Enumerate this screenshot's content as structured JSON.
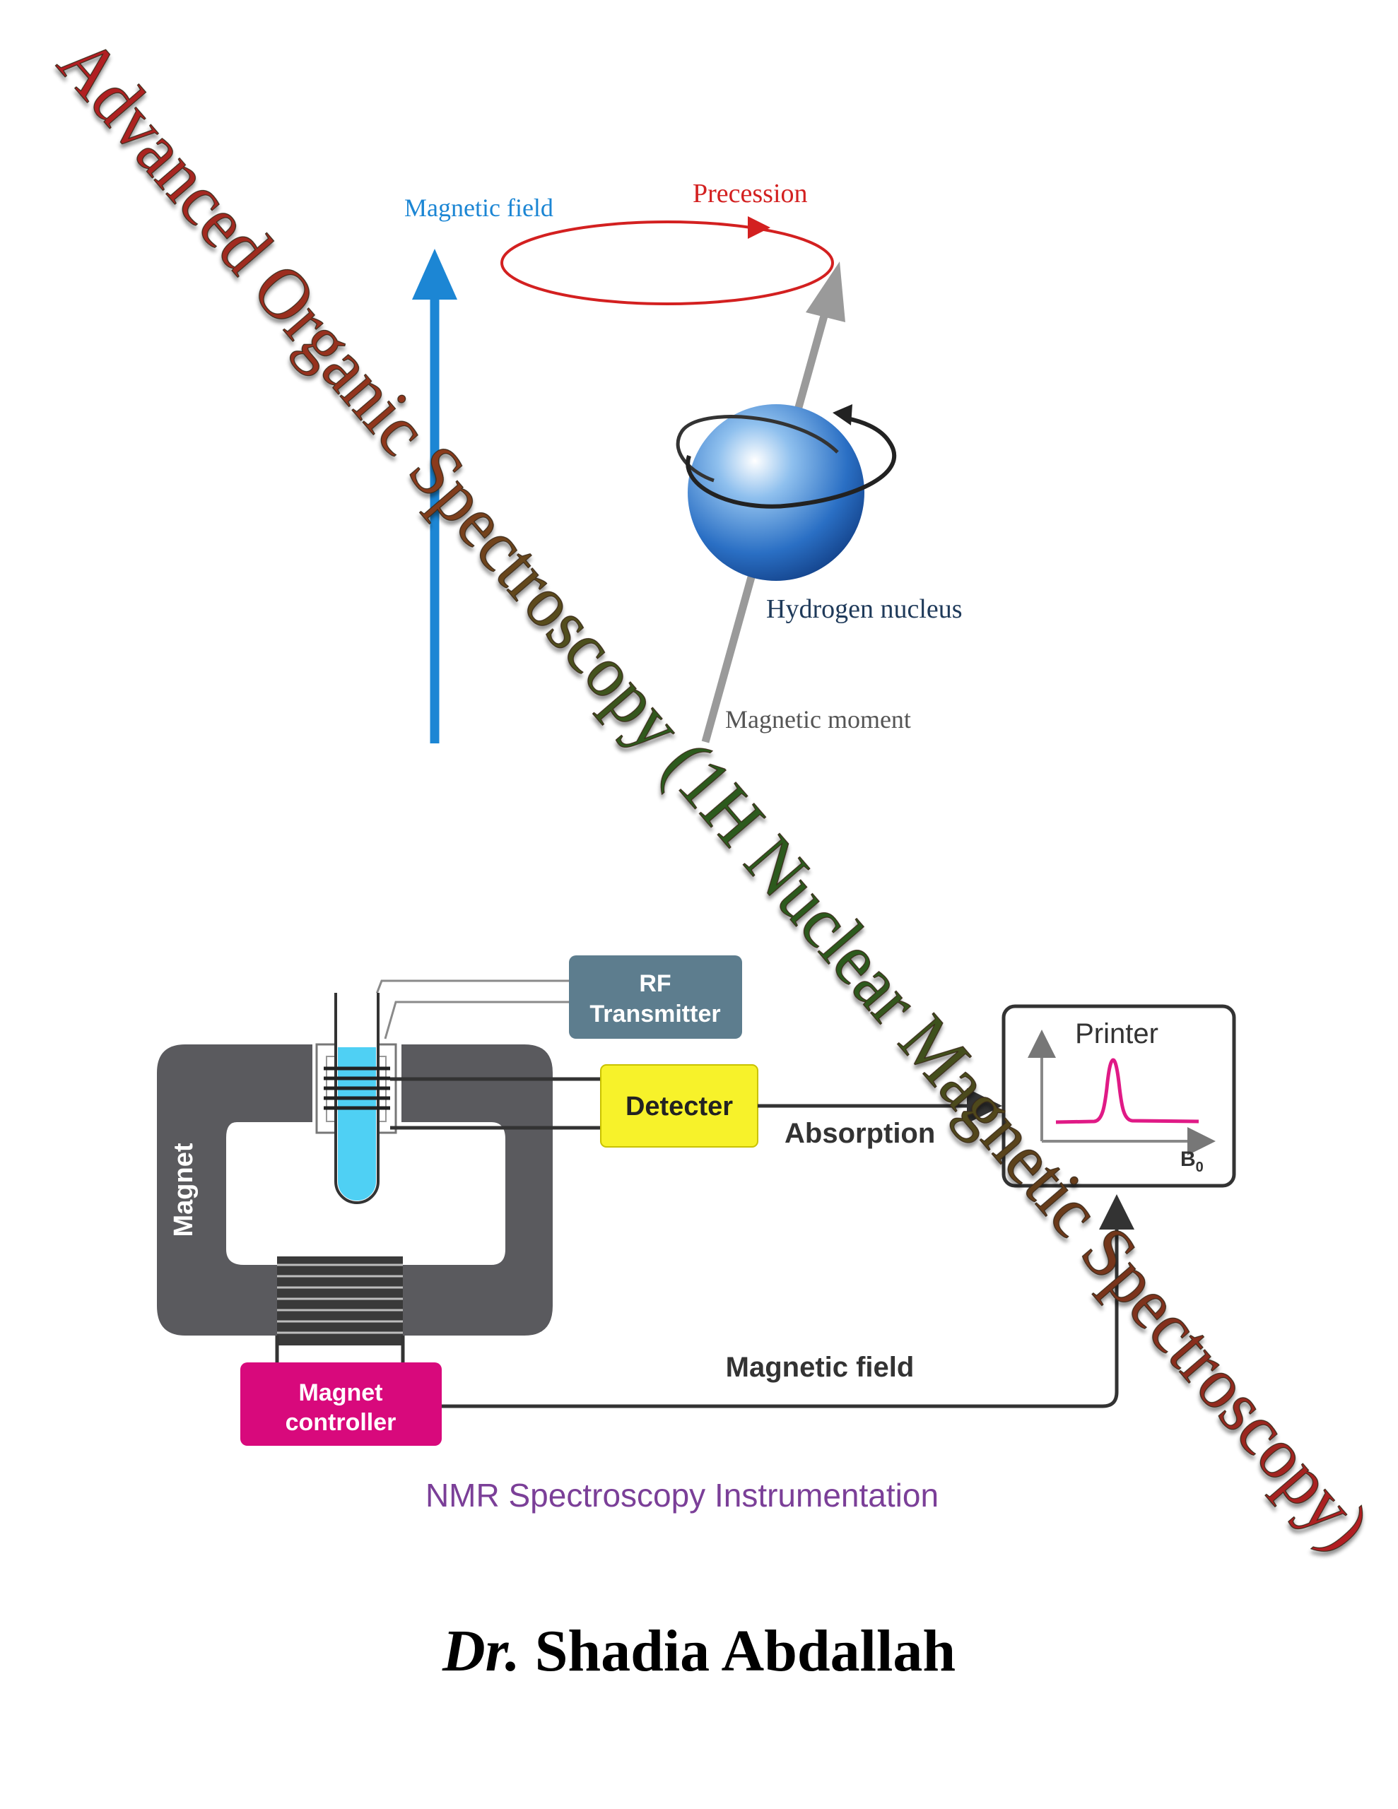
{
  "title": "Advanced Organic Spectroscopy (1H Nuclear Magnetic Spectroscopy)",
  "top_diagram": {
    "magnetic_field_label": "Magnetic field",
    "precession_label": "Precession",
    "nucleus_label": "Hydrogen nucleus",
    "moment_label": "Magnetic moment"
  },
  "instrument": {
    "rf_line1": "RF",
    "rf_line2": "Transmitter",
    "detector_label": "Detecter",
    "absorption_label": "Absorption",
    "printer_label": "Printer",
    "b0_main": "B",
    "b0_sub": "0",
    "magnet_label": "Magnet",
    "controller_line1": "Magnet",
    "controller_line2": "controller",
    "field_label": "Magnetic field",
    "caption": "NMR Spectroscopy Instrumentation"
  },
  "author": {
    "prefix": "Dr.",
    "name": "Shadia Abdallah"
  },
  "colors": {
    "field_arrow": "#1c86d4",
    "precession": "#d32020",
    "moment_arrow": "#9a9a9a",
    "nucleus": "#2a6fc4",
    "rf_box": "#5d7d8e",
    "detector_box": "#f7f22a",
    "controller_box": "#d8097c",
    "magnet": "#5a5a5e",
    "tube_liquid": "#4fd0f4",
    "peak": "#e01a86",
    "caption": "#7b3f98",
    "title_red": "#b31d22",
    "title_green": "#2c5a1d"
  }
}
